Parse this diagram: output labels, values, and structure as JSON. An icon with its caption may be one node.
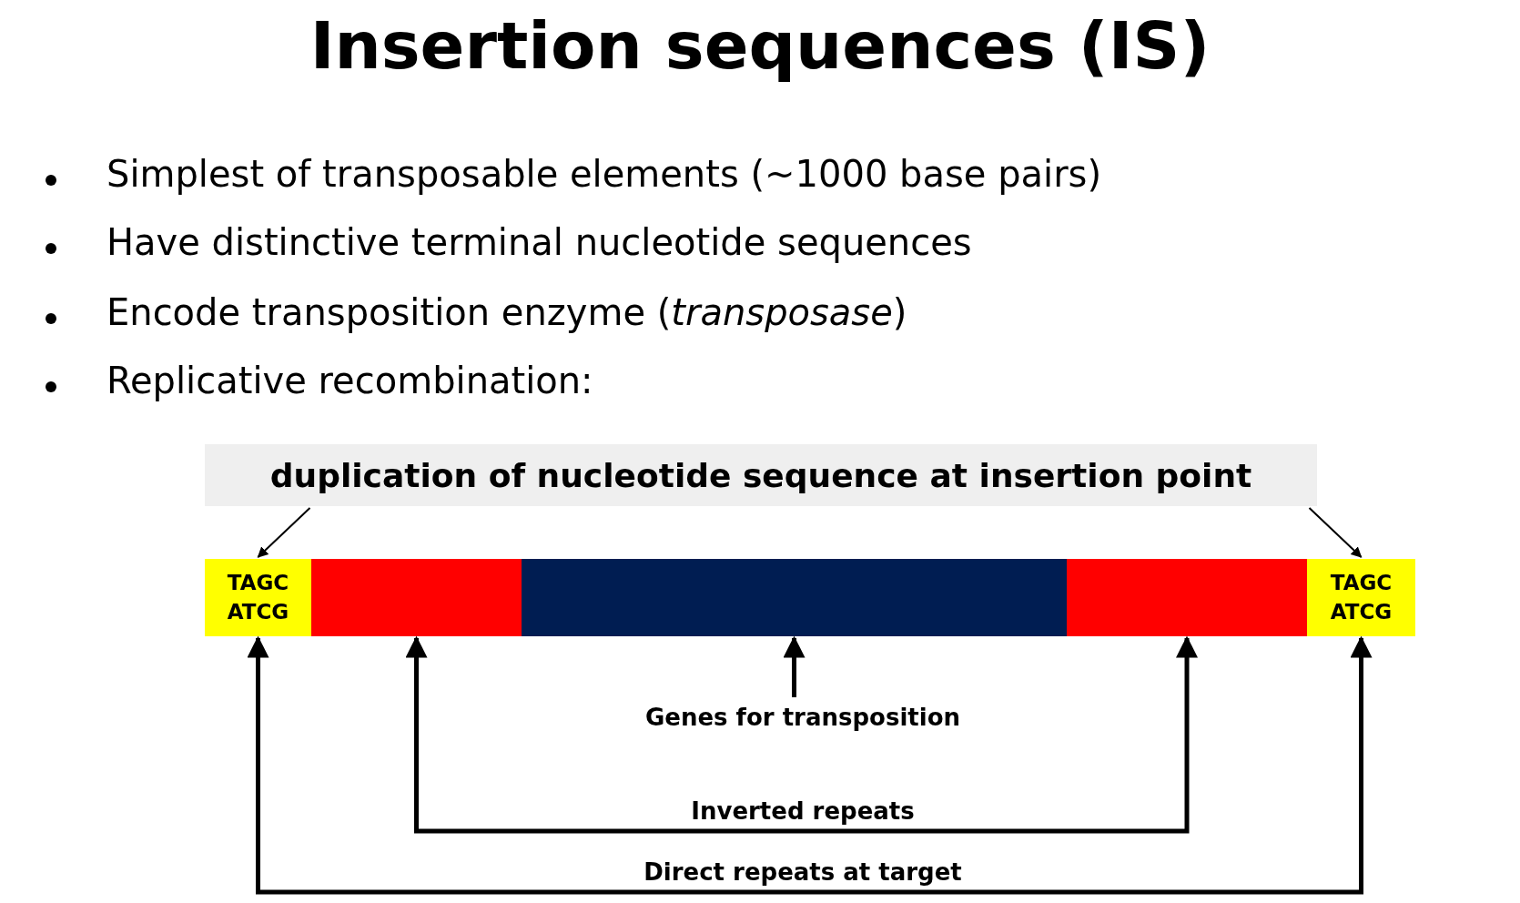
{
  "diagram": {
    "title": "Insertion sequences (IS)",
    "nodes": [
      {
        "text": [
          "duplication of nucleotide sequence at insertion point"
        ]
      },
      {
        "text": [
          "TAGC ATCG"
        ]
      },
      {
        "text": [],
        "shape": "bar"
      },
      {
        "text": [],
        "shape": "bar"
      },
      {
        "text": [],
        "shape": "bar"
      },
      {
        "text": [
          "TAGC ATCG"
        ]
      },
      {
        "text": [
          "Genes for transposition"
        ]
      },
      {
        "text": [
          "Inverted repeats"
        ]
      },
      {
        "text": [
          "Direct repeats at target"
        ]
      }
    ],
    "edges": [
      {
        "from": 0,
        "to": 1,
        "arrow": "to"
      },
      {
        "from": 0,
        "to": 5,
        "arrow": "to"
      },
      {
        "from": 6,
        "to": 3,
        "arrow": "to"
      },
      {
        "from": 7,
        "to": 2,
        "arrow": "to"
      },
      {
        "from": 7,
        "to": 4,
        "arrow": "to"
      },
      {
        "from": 8,
        "to": 1,
        "arrow": "to"
      },
      {
        "from": 8,
        "to": 5,
        "arrow": "to"
      }
    ],
    "labels": [
      "Simplest of transposable elements (~1000 base pairs)",
      "Have distinctive terminal nucleotide sequences",
      "Encode transposition enzyme (*transposase*)",
      "Replicative recombination:"
    ]
  }
}
